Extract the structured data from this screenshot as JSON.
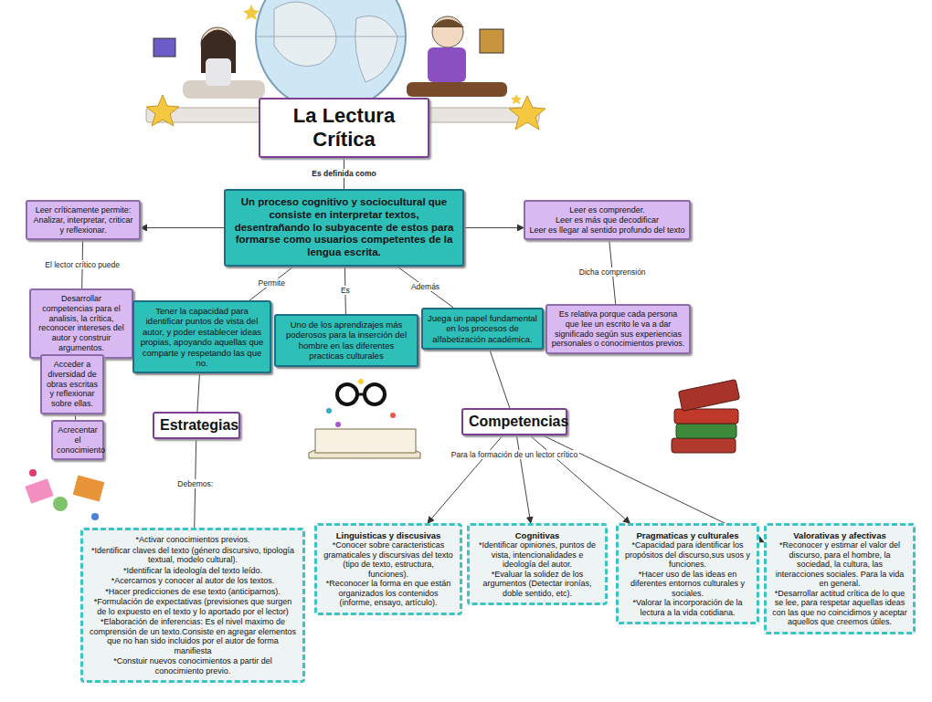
{
  "diagram": {
    "nodes": [
      {
        "text": [
          "La Lectura Crítica"
        ]
      },
      {
        "text": [
          "Un proceso cognitivo y sociocultural que consiste en interpretar textos, desentrañando lo subyacente de estos para formarse como usuarios competentes de la lengua escrita."
        ]
      },
      {
        "text": [
          "Leer críticamente permite: Analizar, interpretar, criticar y reflexionar."
        ]
      },
      {
        "text": [
          "Leer es comprender.",
          "Leer es más que decodificar",
          "Leer es llegar al sentido profundo del texto"
        ]
      },
      {
        "text": [
          "Desarrollar competencias para el analisis, la crítica, reconocer intereses del autor y construir argumentos."
        ]
      },
      {
        "text": [
          "Tener la capacidad para identificar puntos de vista del autor, y poder establecer ideas propias, apoyando aquellas que comparte y respetando las que no."
        ]
      },
      {
        "text": [
          "Uno de los aprendizajes más poderosos para la inserción del hombre en las diferentes practicas culturales"
        ]
      },
      {
        "text": [
          "Juega un papel fundamental en los procesos de alfabetización académica."
        ]
      },
      {
        "text": [
          "Es relativa porque cada persona que lee un escrito le va a dar significado según sus experiencias personales o conocimientos previos."
        ]
      },
      {
        "text": [
          "Acceder a diversidad de obras escritas y reflexionar sobre ellas."
        ]
      },
      {
        "text": [
          "Acrecentar el conocimiento"
        ]
      },
      {
        "text": [
          "Estrategias"
        ]
      },
      {
        "text": [
          "Competencias"
        ]
      },
      {
        "text": [
          "*Activar conocimientos previos.",
          "*Identificar claves del texto (género discursivo, tipología textual, modelo cultural).",
          "*Identificar la ideología del texto leído.",
          "*Acercarnos y conocer al autor de los textos.",
          "*Hacer predicciones de ese texto (anticiparnos).",
          "*Formulación de expectativas (previsiones que surgen de lo expuesto en el texto y lo aportado por el lector)",
          "*Elaboración de inferencias: Es el nivel maximo de comprensión de un texto.Consiste en agregar elementos que no han sido incluidos por el autor de forma manifiesta",
          "*Constuir nuevos conocimientos a partir del conocimiento previo."
        ]
      },
      {
        "text": [
          "Linguisticas y discusivas",
          "*Conocer sobre caracteristicas gramaticales y discursivas del texto (tipo de texto, estructura, funciones).",
          "*Reconocer la forma en que están organizados los contenidos (informe, ensayo, artículo)."
        ]
      },
      {
        "text": [
          "Cognitivas",
          "*Identificar opiniones, puntos de vista, intencionalidades e ideología del autor.",
          "*Evaluar la solidez de los argumentos (Detectar ironías, doble sentido, etc)."
        ]
      },
      {
        "text": [
          "Pragmaticas y culturales",
          "*Capacidad para identificar los propósitos del discurso,sus usos y funciones.",
          "*Hacer uso de las ideas en diferentes entornos culturales y sociales.",
          "*Valorar la incorporación de la lectura a la vida cotidiana."
        ]
      },
      {
        "text": [
          "Valorativas y afectivas",
          "*Reconocer y estimar el valor del discurso, para el hombre, la sociedad, la cultura, las interacciones sociales. Para la vida en general.",
          "*Desarrollar actitud crítica de lo que se lee, para respetar aquellas ideas con las que no coincidimos y aceptar aquellos que creemos útiles."
        ]
      }
    ],
    "edges": [
      {
        "from": 0,
        "to": 1,
        "label": "Es definida como",
        "arrow": "none"
      },
      {
        "from": 1,
        "to": 2,
        "arrow": "to"
      },
      {
        "from": 1,
        "to": 3,
        "arrow": "to"
      },
      {
        "from": 1,
        "to": 5,
        "label": "Permite",
        "arrow": "none"
      },
      {
        "from": 1,
        "to": 6,
        "label": "Es",
        "arrow": "none"
      },
      {
        "from": 1,
        "to": 7,
        "label": "Además",
        "arrow": "none"
      },
      {
        "from": 2,
        "to": 4,
        "label": "El lector crítico puede",
        "arrow": "none"
      },
      {
        "from": 4,
        "to": 9,
        "arrow": "none"
      },
      {
        "from": 9,
        "to": 10,
        "arrow": "none"
      },
      {
        "from": 3,
        "to": 8,
        "label": "Dicha comprensión",
        "arrow": "none"
      },
      {
        "from": 5,
        "to": 11,
        "arrow": "none"
      },
      {
        "from": 7,
        "to": 12,
        "arrow": "none"
      },
      {
        "from": 11,
        "to": 13,
        "label": "Debemos:",
        "arrow": "none"
      },
      {
        "from": 12,
        "to": 14,
        "arrow": "to"
      },
      {
        "from": 12,
        "to": 15,
        "arrow": "to"
      },
      {
        "from": 12,
        "to": 16,
        "arrow": "to"
      },
      {
        "from": 12,
        "to": 17,
        "arrow": "to"
      }
    ],
    "labels": [
      "Para la formación de un lector crítico"
    ]
  }
}
